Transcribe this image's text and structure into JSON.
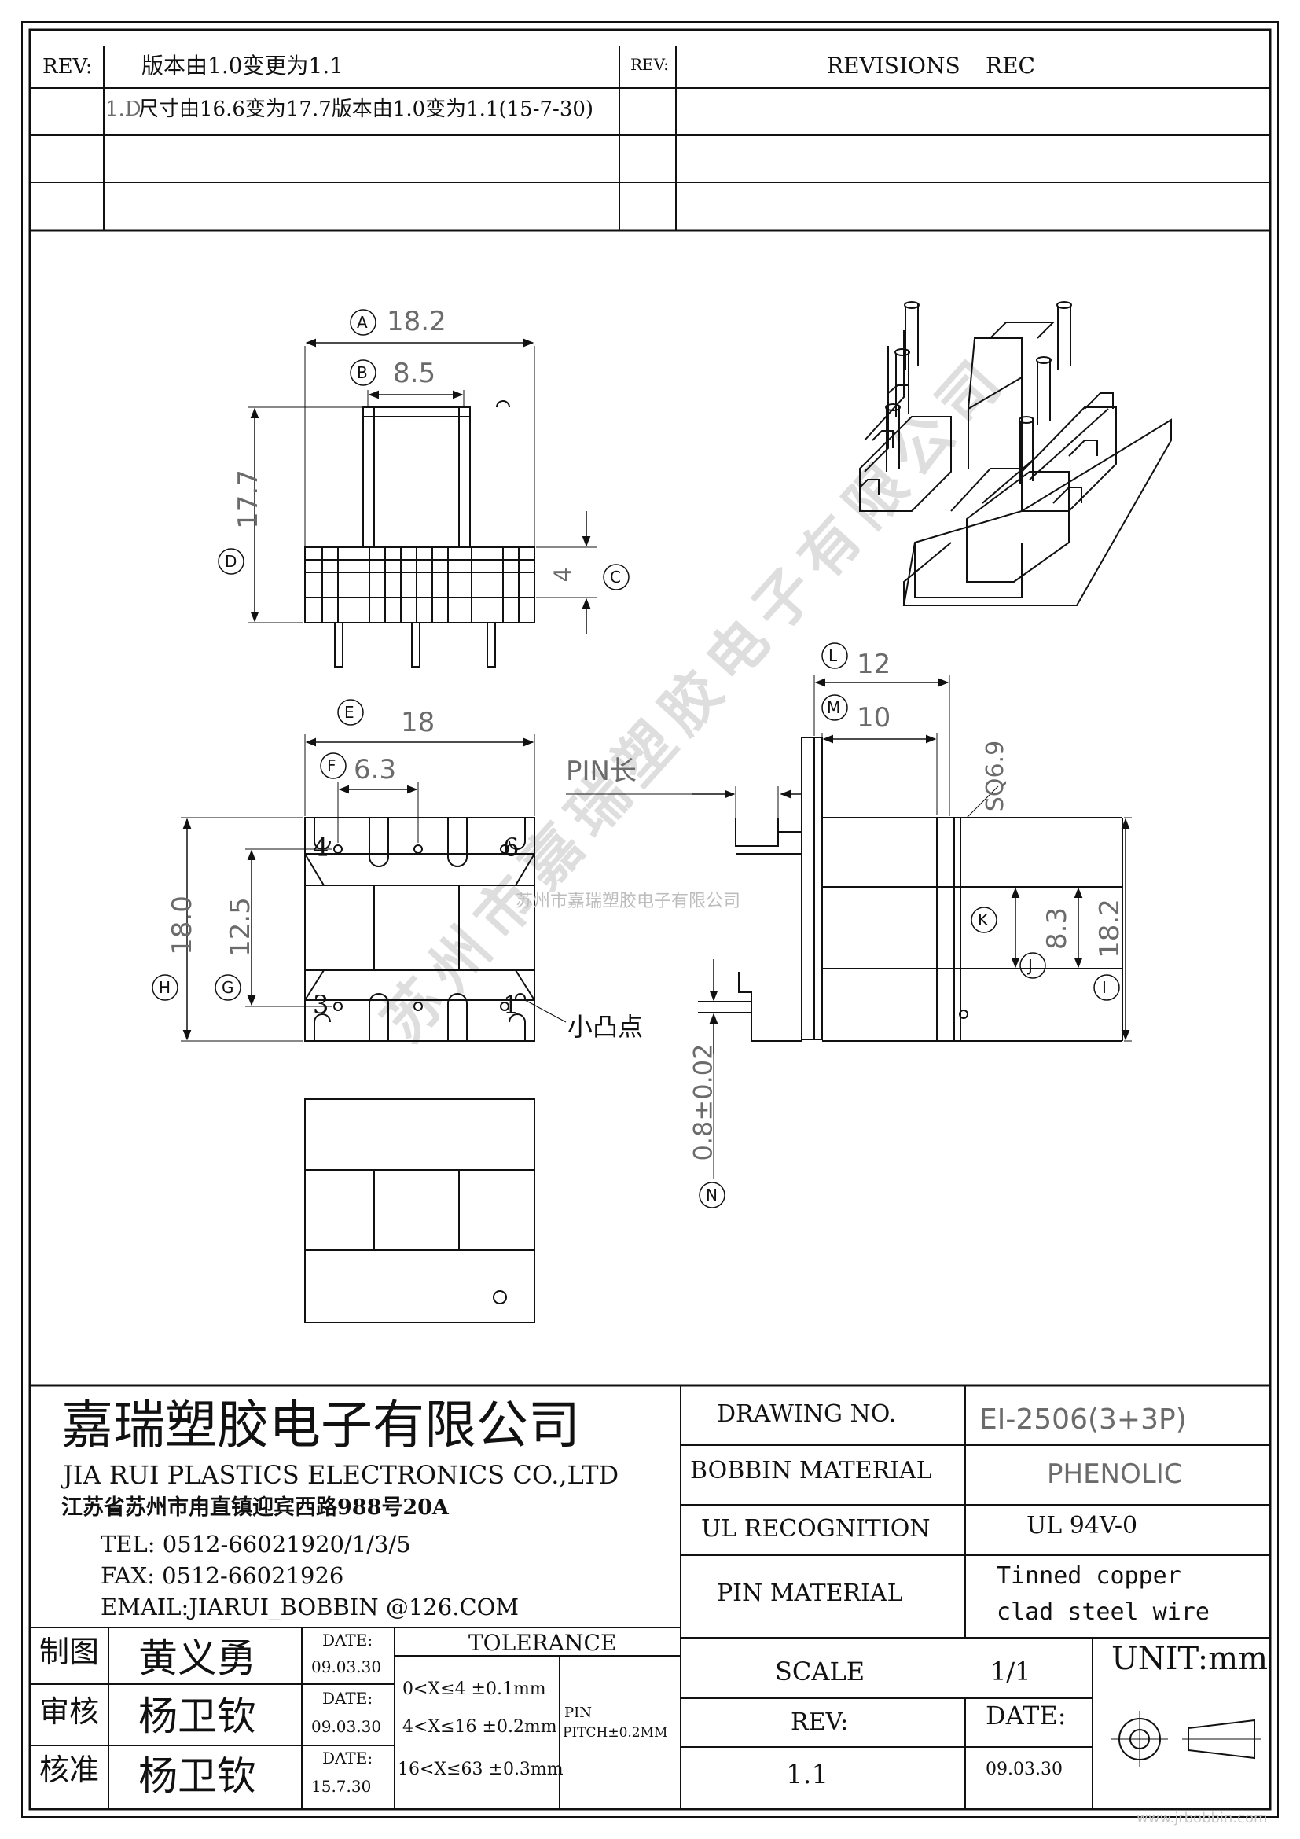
{
  "revision_block": {
    "rev_label_left": "REV:",
    "rev_entry_1": "版本由1.0变更为1.1",
    "rev_entry_2_prefix": "1.D",
    "rev_entry_2": "尺寸由16.6变为17.7版本由1.0变为1.1(15-7-30)",
    "rev_label_right": "REV:",
    "revisions_label": "REVISIONS",
    "rec_label": "REC"
  },
  "front_view": {
    "dim_a": "18.2",
    "dim_b": "8.5",
    "dim_d": "17.7",
    "dim_c": "4",
    "lbl_a": "A",
    "lbl_b": "B",
    "lbl_c": "C",
    "lbl_d": "D"
  },
  "top_view": {
    "dim_e": "18",
    "dim_f": "6.3",
    "dim_h": "18.0",
    "dim_g": "12.5",
    "lbl_e": "E",
    "lbl_f": "F",
    "lbl_g": "G",
    "lbl_h": "H",
    "pin_4": "4",
    "pin_6": "6",
    "pin_3": "3",
    "pin_1": "1",
    "bump_note": "小凸点"
  },
  "side_view": {
    "pin_length_note": "PIN长",
    "dim_l": "12",
    "dim_m": "10",
    "dim_sq": "SQ6.9",
    "dim_k": "8.3",
    "dim_i": "18.2",
    "dim_n": "0.8±0.02",
    "lbl_l": "L",
    "lbl_m": "M",
    "lbl_k": "K",
    "lbl_j": "J",
    "lbl_i": "I",
    "lbl_n": "N"
  },
  "watermark": {
    "center_text": "苏州市嘉瑞塑胶电子有限公司",
    "diagonal_text": "苏州市嘉瑞塑胶电子有限公司",
    "footer_url": "www.jrbobbin.com"
  },
  "company": {
    "name_cn": "嘉瑞塑胶电子有限公司",
    "name_en": "JIA RUI PLASTICS ELECTRONICS CO.,LTD",
    "address": "江苏省苏州市甪直镇迎宾西路988号20A",
    "tel": "TEL: 0512-66021920/1/3/5",
    "fax": "FAX: 0512-66021926",
    "email": "EMAIL:JIARUI_BOBBIN @126.COM"
  },
  "approval": {
    "rows": [
      {
        "role": "制图",
        "name": "黄义勇",
        "date_label": "DATE:",
        "date": "09.03.30"
      },
      {
        "role": "审核",
        "name": "杨卫钦",
        "date_label": "DATE:",
        "date": "09.03.30"
      },
      {
        "role": "核准",
        "name": "杨卫钦",
        "date_label": "DATE:",
        "date": "15.7.30"
      }
    ]
  },
  "tolerance": {
    "header": "TOLERANCE",
    "rows": [
      "0<X≤4  ±0.1mm",
      "4<X≤16 ±0.2mm",
      "16<X≤63 ±0.3mm"
    ],
    "pin_pitch_1": "PIN",
    "pin_pitch_2": "PITCH±0.2MM"
  },
  "spec": {
    "drawing_no_label": "DRAWING  NO.",
    "drawing_no": "EI-2506(3+3P)",
    "bobbin_material_label": "BOBBIN  MATERIAL",
    "bobbin_material": "PHENOLIC",
    "ul_label": "UL RECOGNITION",
    "ul_value": "UL 94V-0",
    "pin_material_label": "PIN MATERIAL",
    "pin_material_1": "Tinned copper",
    "pin_material_2": "clad steel wire",
    "scale_label": "SCALE",
    "scale_value": "1/1",
    "unit": "UNIT:mm",
    "rev_label": "REV:",
    "rev_value": "1.1",
    "date_label": "DATE:",
    "date_value": "09.03.30"
  }
}
